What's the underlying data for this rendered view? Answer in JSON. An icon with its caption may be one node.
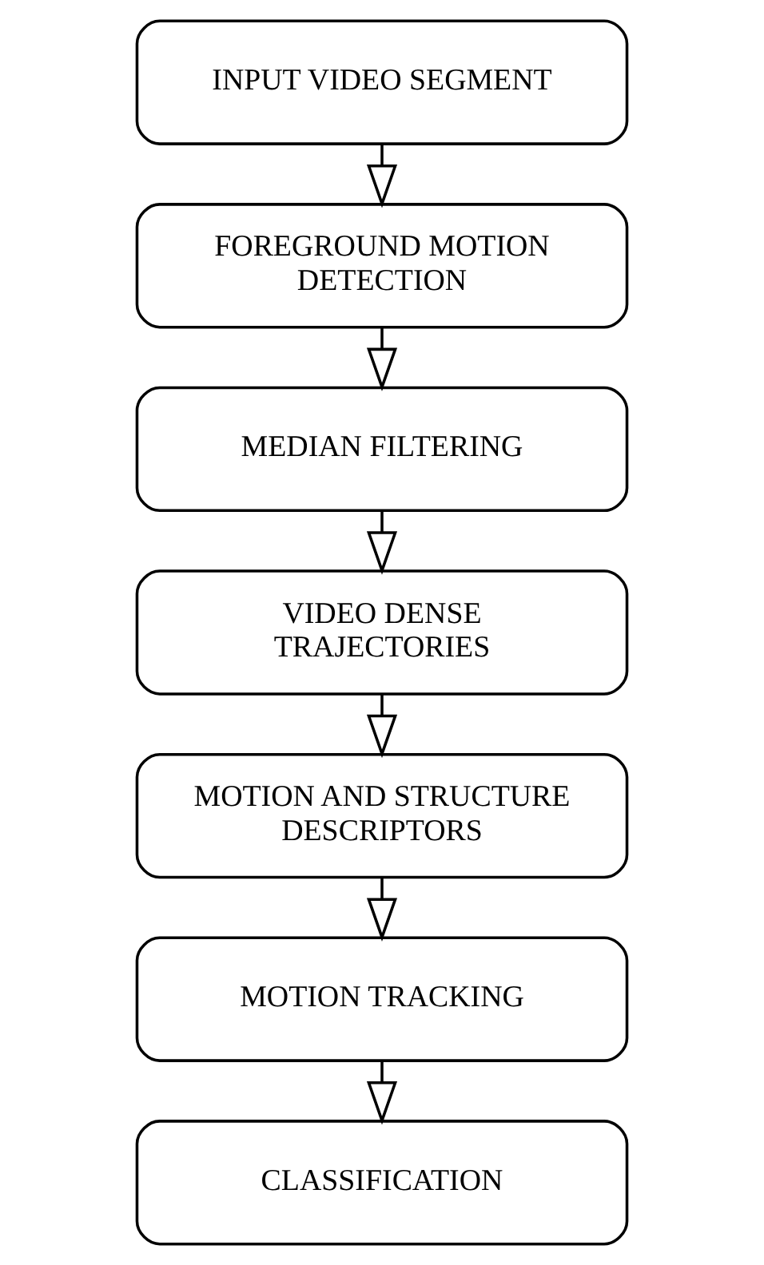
{
  "diagram": {
    "nodes": [
      {
        "text": [
          "INPUT VIDEO SEGMENT"
        ]
      },
      {
        "text": [
          "FOREGROUND MOTION DETECTION"
        ]
      },
      {
        "text": [
          "MEDIAN FILTERING"
        ]
      },
      {
        "text": [
          "VIDEO DENSE TRAJECTORIES"
        ]
      },
      {
        "text": [
          "MOTION AND STRUCTURE DESCRIPTORS"
        ]
      },
      {
        "text": [
          "MOTION TRACKING"
        ]
      },
      {
        "text": [
          "CLASSIFICATION"
        ]
      }
    ],
    "edges": [
      {
        "from": 0,
        "to": 1,
        "arrow": "to"
      },
      {
        "from": 1,
        "to": 2,
        "arrow": "to"
      },
      {
        "from": 2,
        "to": 3,
        "arrow": "to"
      },
      {
        "from": 3,
        "to": 4,
        "arrow": "to"
      },
      {
        "from": 4,
        "to": 5,
        "arrow": "to"
      },
      {
        "from": 5,
        "to": 6,
        "arrow": "to"
      }
    ]
  }
}
